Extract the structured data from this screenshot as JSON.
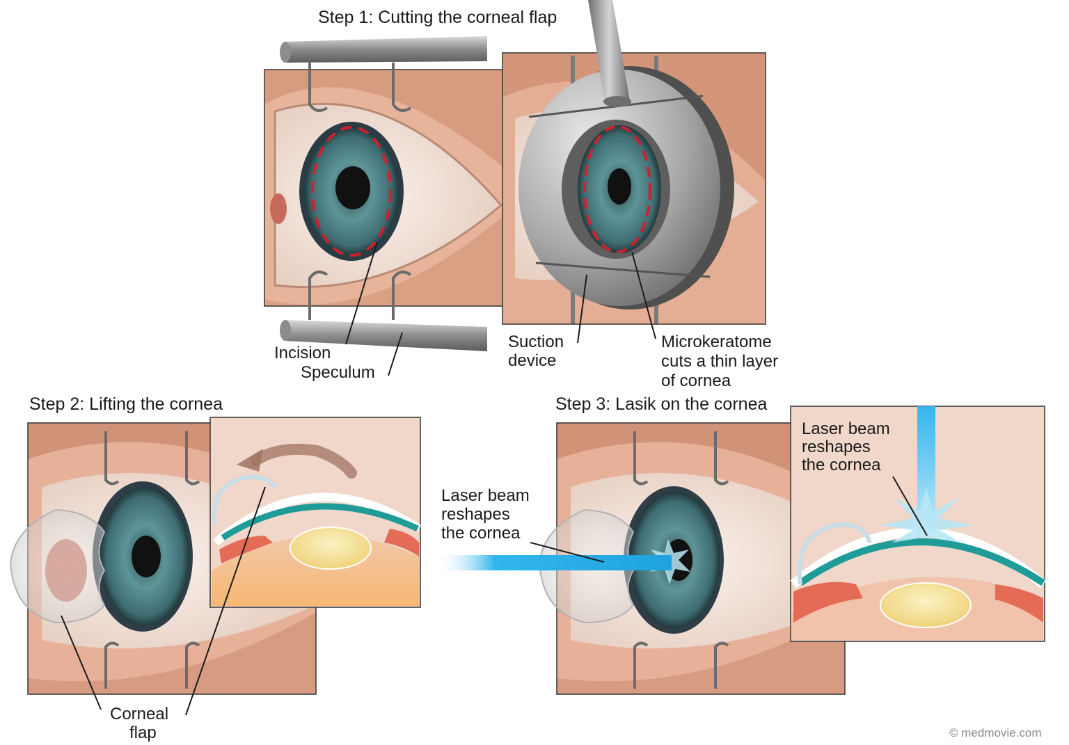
{
  "steps": {
    "step1": {
      "title": "Step 1: Cutting the corneal flap"
    },
    "step2": {
      "title": "Step 2: Lifting the cornea"
    },
    "step3": {
      "title": "Step 3: Lasik on the cornea"
    }
  },
  "labels": {
    "incision": "Incision",
    "speculum": "Speculum",
    "suction": [
      "Suction",
      "device"
    ],
    "microkeratome": [
      "Microkeratome",
      "cuts a thin layer",
      "of cornea"
    ],
    "corneal_flap": [
      "Corneal",
      "flap"
    ],
    "laser_mid": [
      "Laser beam",
      "reshapes",
      "the cornea"
    ],
    "laser_inset": [
      "Laser beam",
      "reshapes",
      "the cornea"
    ]
  },
  "credit": "© medmovie.com",
  "colors": {
    "skin": "#e9b9a0",
    "skin_dark": "#c98d72",
    "inset_bg": "#f1d6c8",
    "sclera": "#f7ebe3",
    "iris": "#4f8489",
    "pupil": "#111111",
    "incision_dash": "#d21f2b",
    "metal": "#9a9a9a",
    "laser": "#33b6ec",
    "lens": "#f4e39a",
    "tissue_teal": "#1f9c98",
    "tissue_red": "#e46c56"
  }
}
